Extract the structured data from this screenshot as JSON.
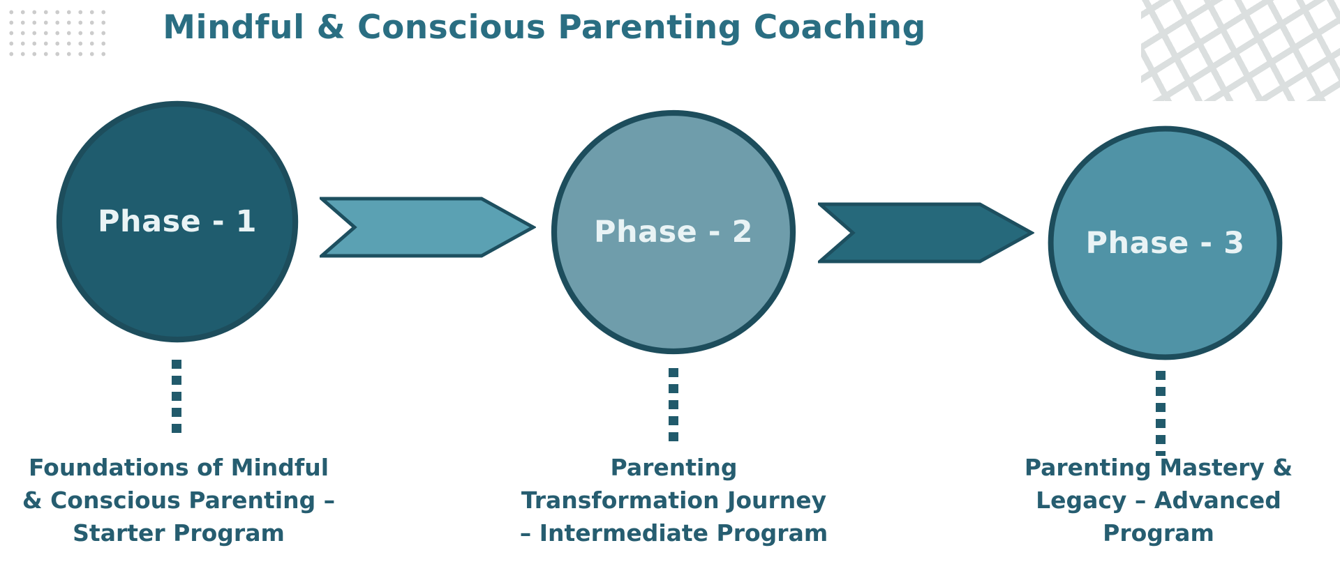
{
  "title": "Mindful & Conscious Parenting Coaching",
  "phases": [
    {
      "label": "Phase - 1",
      "fill": "#1f5c6e",
      "lines": [
        "Foundations of Mindful",
        "& Conscious Parenting –",
        "Starter Program"
      ]
    },
    {
      "label": "Phase - 2",
      "fill": "#6f9dab",
      "lines": [
        "Parenting",
        "Transformation Journey",
        "– Intermediate Program"
      ]
    },
    {
      "label": "Phase - 3",
      "fill": "#5093a6",
      "lines": [
        "Parenting Mastery &",
        "Legacy – Advanced",
        "Program"
      ]
    }
  ],
  "arrows": [
    {
      "fill": "#5ba1b3"
    },
    {
      "fill": "#26697b"
    }
  ],
  "colors": {
    "title": "#2a6e82",
    "circle_stroke": "#1d4d5c",
    "arrow_stroke": "#1d4f5f",
    "description_text": "#265d70",
    "connector": "#215a6b",
    "dots": "#cccccc",
    "lattice": "#dbdfdf",
    "background": "#ffffff"
  }
}
